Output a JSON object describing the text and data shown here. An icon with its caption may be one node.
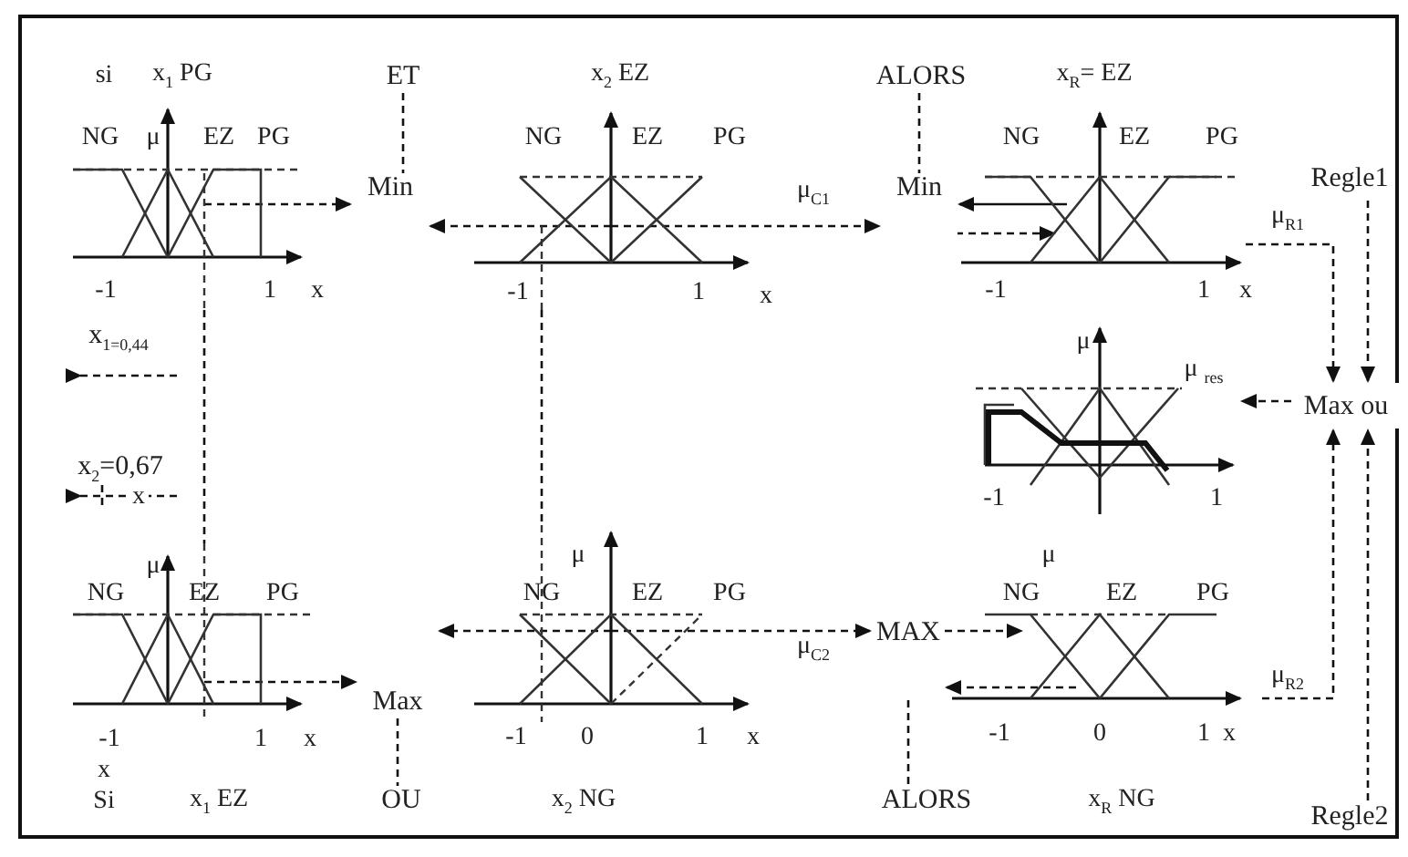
{
  "diagram": {
    "nodes": [
      {
        "text": [
          "NG",
          "μ",
          "EZ",
          "PG",
          "-1",
          "1",
          "x"
        ]
      },
      {
        "text": [
          "ET"
        ]
      },
      {
        "text": [
          "Min"
        ]
      },
      {
        "text": [
          "NG",
          "EZ",
          "PG",
          "-1",
          "1",
          "x"
        ]
      },
      {
        "text": [
          "ALORS"
        ]
      },
      {
        "text": [
          "Min"
        ]
      },
      {
        "text": [
          "NG",
          "EZ",
          "PG",
          "-1",
          "1",
          "x"
        ]
      },
      {
        "text": [
          "Regle1"
        ]
      },
      {
        "text": [
          "x$_{1=0,44}$"
        ]
      },
      {
        "text": [
          "Max ou"
        ]
      },
      {
        "text": [
          "μ",
          "μ $_{res}$",
          "-1",
          "1"
        ]
      },
      {
        "text": [
          "x$_{2}$=0,67"
        ]
      },
      {
        "text": [
          "μ",
          "NG",
          "EZ",
          "PG",
          "-1",
          "1",
          "x"
        ]
      },
      {
        "text": [
          "Max"
        ]
      },
      {
        "text": [
          "μ",
          "NG",
          "EZ",
          "PG",
          "-1",
          "0",
          "1",
          "x"
        ]
      },
      {
        "text": [
          "MAX"
        ]
      },
      {
        "text": [
          "μ",
          "NG",
          "EZ",
          "PG",
          "-1",
          "0",
          "1",
          "x"
        ]
      },
      {
        "text": [
          "OU"
        ]
      },
      {
        "text": [
          "ALORS"
        ]
      },
      {
        "text": [
          "Regle2"
        ]
      }
    ],
    "edges": [
      {
        "from": 0,
        "to": 2,
        "arrow": "to",
        "style": "dashed"
      },
      {
        "from": 3,
        "to": 2,
        "arrow": "to",
        "style": "dashed"
      },
      {
        "from": 3,
        "to": 5,
        "arrow": "to",
        "style": "dashed",
        "label": "μ$_{C1}$"
      },
      {
        "from": 6,
        "to": 5,
        "arrow": "to"
      },
      {
        "from": 5,
        "to": 6,
        "arrow": "to",
        "style": "dashed"
      },
      {
        "from": 6,
        "to": 9,
        "arrow": "to",
        "style": "dashed",
        "label": "μ$_{R1}$"
      },
      {
        "from": 7,
        "to": 9,
        "arrow": "to",
        "style": "dashed"
      },
      {
        "from": 19,
        "to": 9,
        "arrow": "to",
        "style": "dashed"
      },
      {
        "from": 9,
        "to": 10,
        "arrow": "to",
        "style": "dashed"
      },
      {
        "from": 12,
        "to": 13,
        "arrow": "to",
        "style": "dashed"
      },
      {
        "from": 14,
        "to": 13,
        "arrow": "to",
        "style": "dashed"
      },
      {
        "from": 14,
        "to": 15,
        "arrow": "to",
        "style": "dashed",
        "label": "μ$_{C2}$"
      },
      {
        "from": 15,
        "to": 16,
        "arrow": "to",
        "style": "dashed"
      },
      {
        "from": 16,
        "to": 15,
        "arrow": "to",
        "style": "dashed"
      },
      {
        "from": 16,
        "to": 9,
        "arrow": "to",
        "style": "dashed",
        "label": "μ$_{R2}$"
      },
      {
        "from": 1,
        "to": 2,
        "arrow": "none",
        "style": "dashed"
      },
      {
        "from": 4,
        "to": 5,
        "arrow": "none",
        "style": "dashed"
      },
      {
        "from": 13,
        "to": 17,
        "arrow": "none",
        "style": "dashed"
      },
      {
        "from": 15,
        "to": 18,
        "arrow": "none",
        "style": "dashed"
      },
      {
        "from": 0,
        "to": 12,
        "arrow": "none",
        "style": "dashed"
      },
      {
        "from": 3,
        "to": 14,
        "arrow": "none",
        "style": "dashed"
      }
    ],
    "labels": [
      "si",
      "x$_{1}$ PG",
      "x$_{2}$ EZ",
      "x$_{R}$= EZ",
      "x",
      "x",
      "Si",
      "x$_{1}$ EZ",
      "x$_{2}$ NG",
      "x$_{R}$ NG"
    ]
  }
}
